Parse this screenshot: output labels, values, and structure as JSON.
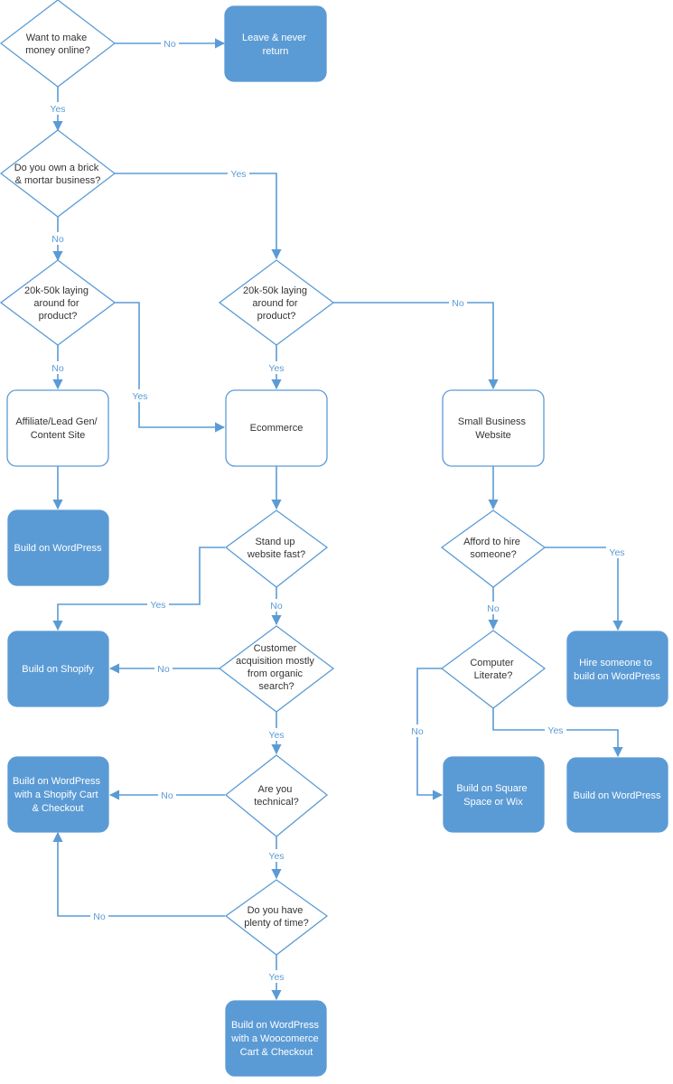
{
  "nodes": {
    "want_money": {
      "lines": [
        "Want to make",
        "money online?"
      ]
    },
    "leave": {
      "lines": [
        "Leave & never",
        "return"
      ]
    },
    "brick_mortar": {
      "lines": [
        "Do you own a brick",
        "& mortar business?"
      ]
    },
    "laying_left": {
      "lines": [
        "20k-50k laying",
        "around for",
        "product?"
      ]
    },
    "laying_mid": {
      "lines": [
        "20k-50k laying",
        "around for",
        "product?"
      ]
    },
    "affiliate": {
      "lines": [
        "Affiliate/Lead Gen/",
        "Content Site"
      ]
    },
    "ecommerce": {
      "lines": [
        "Ecommerce"
      ]
    },
    "small_biz": {
      "lines": [
        "Small Business",
        "Website"
      ]
    },
    "wp_left": {
      "lines": [
        "Build on WordPress"
      ]
    },
    "standup_fast": {
      "lines": [
        "Stand up",
        "website fast?"
      ]
    },
    "afford_hire": {
      "lines": [
        "Afford to hire",
        "someone?"
      ]
    },
    "shopify": {
      "lines": [
        "Build on Shopify"
      ]
    },
    "customer_acq": {
      "lines": [
        "Customer",
        "acquisition mostly",
        "from organic",
        "search?"
      ]
    },
    "computer_lit": {
      "lines": [
        "Computer",
        "Literate?"
      ]
    },
    "hire_wp": {
      "lines": [
        "Hire someone to",
        "build on WordPress"
      ]
    },
    "wp_shopify_cart": {
      "lines": [
        "Build on WordPress",
        "with a Shopify Cart",
        "& Checkout"
      ]
    },
    "technical": {
      "lines": [
        "Are you",
        "technical?"
      ]
    },
    "squarespace": {
      "lines": [
        "Build on Square",
        "Space or Wix"
      ]
    },
    "wp_right": {
      "lines": [
        "Build on WordPress"
      ]
    },
    "plenty_time": {
      "lines": [
        "Do you have",
        "plenty of time?"
      ]
    },
    "wp_woo": {
      "lines": [
        "Build on WordPress",
        "with a Woocomerce",
        "Cart & Checkout"
      ]
    }
  },
  "edges": {
    "want_leave": "No",
    "want_brick": "Yes",
    "brick_laying_mid": "Yes",
    "brick_laying_left": "No",
    "laying_left_affiliate": "No",
    "laying_left_ecommerce": "Yes",
    "laying_mid_ecommerce": "Yes",
    "laying_mid_smallbiz": "No",
    "standup_shopify": "Yes",
    "standup_customer": "No",
    "customer_shopify": "No",
    "customer_technical": "Yes",
    "afford_hire": "Yes",
    "afford_computer": "No",
    "technical_wp_shopify": "No",
    "technical_time": "Yes",
    "computer_squarespace": "No",
    "computer_wp": "Yes",
    "time_wp_shopify": "No",
    "time_woo": "Yes"
  }
}
